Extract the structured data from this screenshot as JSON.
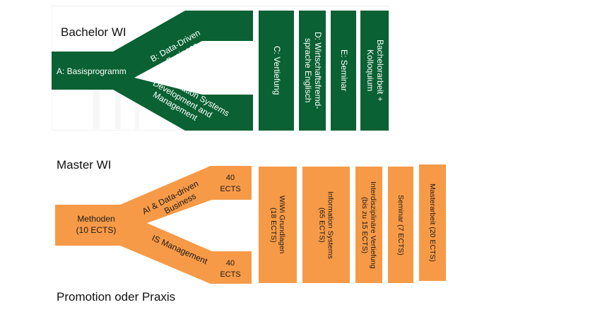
{
  "bachelor": {
    "title": "Bachelor WI",
    "stem_label": "A: Basisprogramm",
    "branch_upper_label": "B: Data-Driven Business",
    "branch_lower_label": "B: Information Systems Development and Management",
    "modules": [
      {
        "label": "C: Vertiefung"
      },
      {
        "label": "D: Wirtschaftsfremd-\nsprache Englisch"
      },
      {
        "label": "E: Seminar"
      },
      {
        "label": "Bachelorarbeit +\nKolloquium"
      }
    ],
    "colors": {
      "green": "#0a6133"
    }
  },
  "master": {
    "title": "Master WI",
    "stem_label_line1": "Methoden",
    "stem_label_line2": "(10 ECTS)",
    "branch_upper_label_line1": "AI & Data-driven",
    "branch_upper_label_line2": "Business",
    "branch_lower_label": "IS Management",
    "upper_ects_line1": "40",
    "upper_ects_line2": "ECTS",
    "lower_ects_line1": "40",
    "lower_ects_line2": "ECTS",
    "modules": [
      {
        "label": "WiWi Grundlagen\n(18 ECTS)"
      },
      {
        "label": "Information Systems\n(65 ECTS)"
      },
      {
        "label": "Interdisziplinäre Vertiefung\n(bis zu 15 ECTS)"
      },
      {
        "label": "Seminar (7 ECTS)"
      },
      {
        "label": "Masterarbeit (20 ECTS)"
      }
    ],
    "colors": {
      "orange": "#f79a47"
    }
  },
  "footer": {
    "title": "Promotion oder Praxis"
  }
}
